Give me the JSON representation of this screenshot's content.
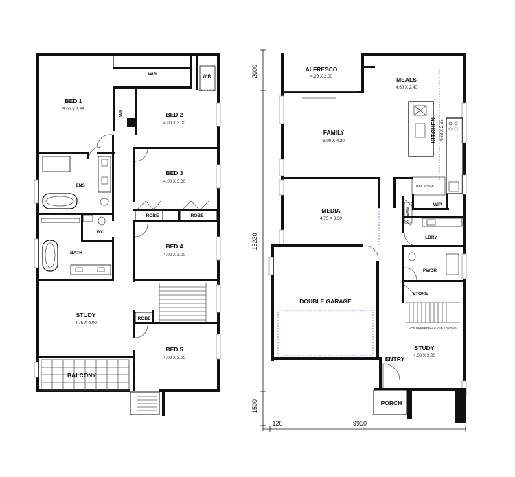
{
  "upper_floor": {
    "rooms": [
      {
        "name": "BED 1",
        "size": "5.00 X 3.65"
      },
      {
        "name": "BED 2",
        "size": "4.00 X 3.00"
      },
      {
        "name": "BED 3",
        "size": "4.00 X 3.00"
      },
      {
        "name": "BED 4",
        "size": "4.00 X 3.00"
      },
      {
        "name": "BED 5",
        "size": "4.00 X 3.00"
      },
      {
        "name": "STUDY",
        "size": "4.75 X 4.00"
      }
    ],
    "labels": {
      "wir": "WIR",
      "wir2": "WIR",
      "wil": "WIL",
      "ens": "ENS",
      "wc": "WC",
      "bath": "BATH",
      "robe1": "ROBE",
      "robe2": "ROBE",
      "robe3": "ROBE",
      "balcony": "BALCONY"
    }
  },
  "ground_floor": {
    "rooms": [
      {
        "name": "ALFRESCO",
        "size": "4.20 X 2.00"
      },
      {
        "name": "MEALS",
        "size": "4.60 X 2.40"
      },
      {
        "name": "FAMILY",
        "size": "6.00 X 4.20"
      },
      {
        "name": "MEDIA",
        "size": "4.75 X 3.50"
      },
      {
        "name": "STUDY",
        "size": "4.00 X 3.00"
      }
    ],
    "kitchen": {
      "name": "KITCHEN",
      "size": "4.63 X 2.65"
    },
    "labels": {
      "double_garage": "DOUBLE  GARAGE",
      "linen": "LINEN",
      "wip": "WIP",
      "ldry": "LDRY",
      "pwdr": "PWDR",
      "store": "STORE",
      "entry": "ENTRY",
      "porch": "PORCH",
      "ref_space": "REF SPACE",
      "stair_note": "CANTILEVERED STAIR TREADS"
    }
  },
  "dimensions": {
    "top": "2000",
    "middle": "15230",
    "bottom": "1500",
    "left_offset": "120",
    "width": "9950"
  }
}
